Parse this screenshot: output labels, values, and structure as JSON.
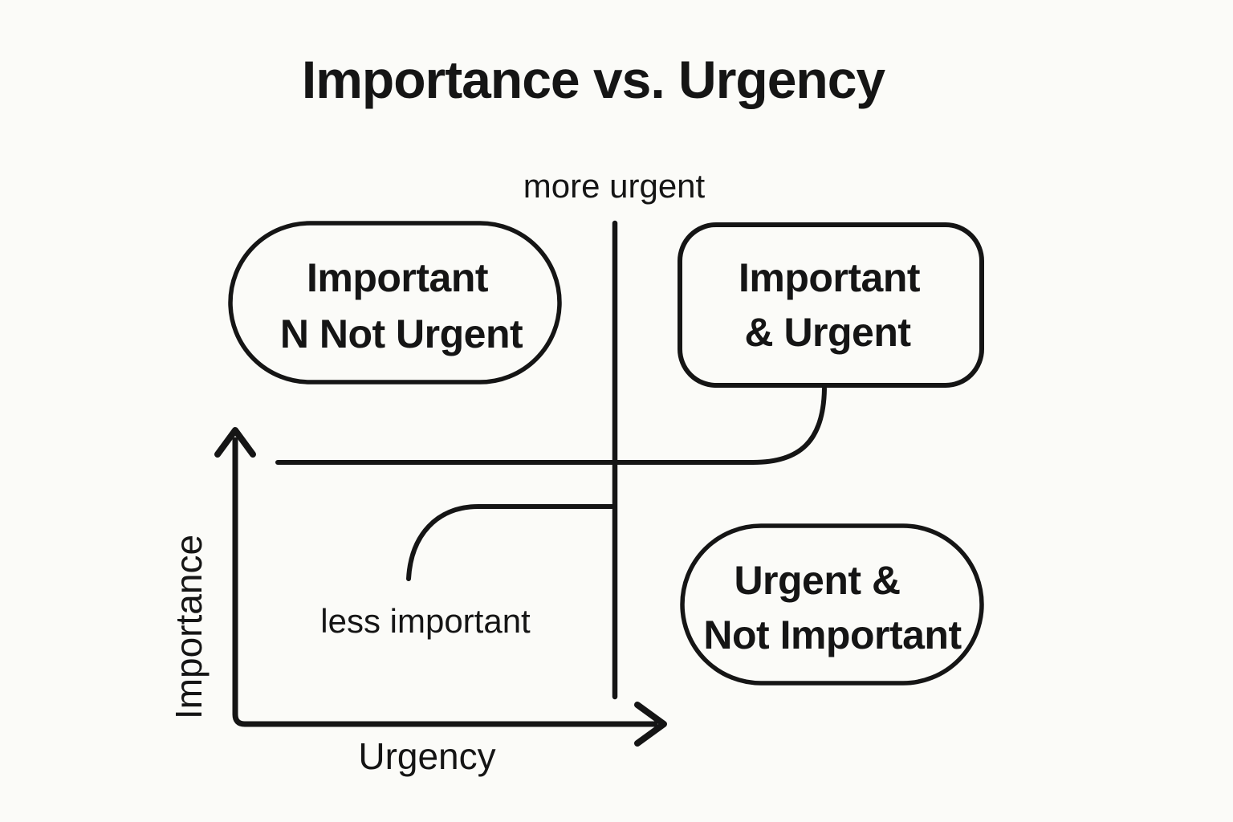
{
  "colors": {
    "background": "#FBFBF8",
    "ink": "#151515"
  },
  "title": "Importance vs. Urgency",
  "labels": {
    "more_urgent": "more urgent",
    "less_important": "less important",
    "x_axis": "Urgency",
    "y_axis": "Importance"
  },
  "quadrants": {
    "important_not_urgent": {
      "shape": "stadium",
      "position": "top-left",
      "line1": "Important",
      "line2": "N Not Urgent"
    },
    "important_urgent": {
      "shape": "rounded-rectangle",
      "position": "top-right",
      "line1": "Important",
      "line2": "& Urgent"
    },
    "urgent_not_important": {
      "shape": "stadium",
      "position": "bottom-right",
      "line1": "Urgent &",
      "line2": "Not Important"
    }
  }
}
